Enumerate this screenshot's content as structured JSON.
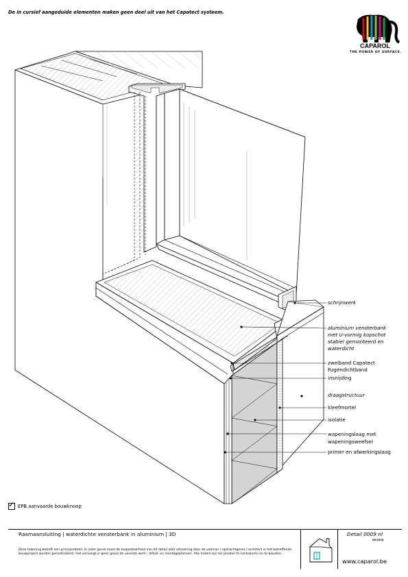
{
  "header": {
    "note": "De in cursief aangeduide elementen maken geen deel uit van het Capatect systeem."
  },
  "logo": {
    "name": "CAPAROL",
    "tagline": "THE POWER OF SURFACE.",
    "colors": [
      "#000000",
      "#e30613",
      "#ffcc00",
      "#009fe3",
      "#8cc63f",
      "#e5007e",
      "#00a651"
    ]
  },
  "labels": {
    "schrijnwerk": "schrijnwerk",
    "vensterbank": [
      "aluminium vensterbank",
      "met U-vormig kopschot",
      "stabiel gemonteerd en",
      "waterdicht"
    ],
    "zwelband": [
      "zwelband Capatect",
      "Fugendichtband"
    ],
    "insnijding": "insnijding",
    "draagstructuur": "draagstructuur",
    "kleefmortel": "kleefmortel",
    "isolatie": "isolatie",
    "wapeningslaag": [
      "wapeningslaag met",
      "wapeningsweefsel"
    ],
    "primer": "primer en afwerkingslaag"
  },
  "epb": {
    "label": "EPB aanvaarde bouwknoop"
  },
  "footer": {
    "title": "Raamaansluiting | waterdichte vensterbank in aluminium | 3D",
    "disclaimer": "Deze tekening betreft een principedetail. In ieder geval moet de toepasbaarheid van dit detail vóór uitvoering door de vakman / opdrachtgever / architect in het betreffende bouwproject worden gecontroleerd. Het vervangt in geen geval de vereiste werk-, detail- en montageplannen. Alle maten zijn ter plaatse te controleren en te bepalen.",
    "detail": "Detail 0009 nl",
    "detail_sub": "09/2023",
    "url": "www.caparol.be"
  }
}
